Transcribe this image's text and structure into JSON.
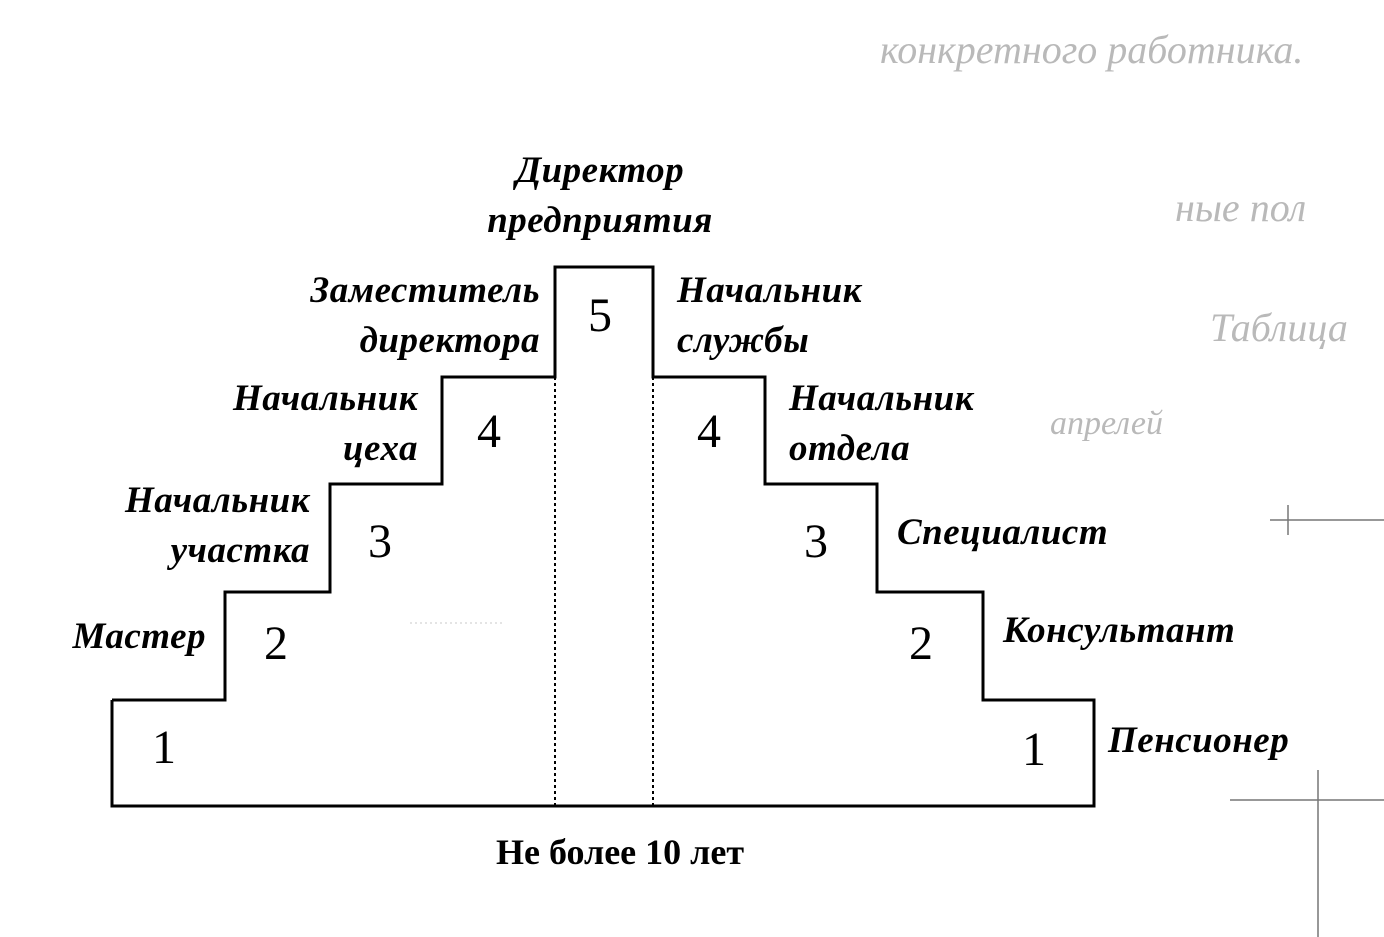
{
  "center": {
    "title_lines": [
      "Директор",
      "предприятия"
    ],
    "level": "5"
  },
  "left_steps": [
    {
      "lines": [
        "Мастер"
      ],
      "level": "2"
    },
    {
      "lines": [
        "Начальник",
        "участка"
      ],
      "level": "3"
    },
    {
      "lines": [
        "Начальник",
        "цеха"
      ],
      "level": "4"
    },
    {
      "lines": [
        "Заместитель",
        "директора"
      ],
      "level": ""
    }
  ],
  "right_steps": [
    {
      "lines": [
        "Пенсионер"
      ],
      "level": "1"
    },
    {
      "lines": [
        "Консультант"
      ],
      "level": "2"
    },
    {
      "lines": [
        "Специалист"
      ],
      "level": "3"
    },
    {
      "lines": [
        "Начальник",
        "отдела"
      ],
      "level": "4"
    },
    {
      "lines": [
        "Начальник",
        "службы"
      ],
      "level": ""
    }
  ],
  "base_left_level": "1",
  "caption": "Не более 10 лет",
  "background_text": {
    "top": "конкретного работника.",
    "right_1": "ные пол",
    "right_2": "Таблица",
    "right_3": "апрелей"
  },
  "colors": {
    "line": "#000000",
    "faded_text": "#b9b9b9"
  }
}
